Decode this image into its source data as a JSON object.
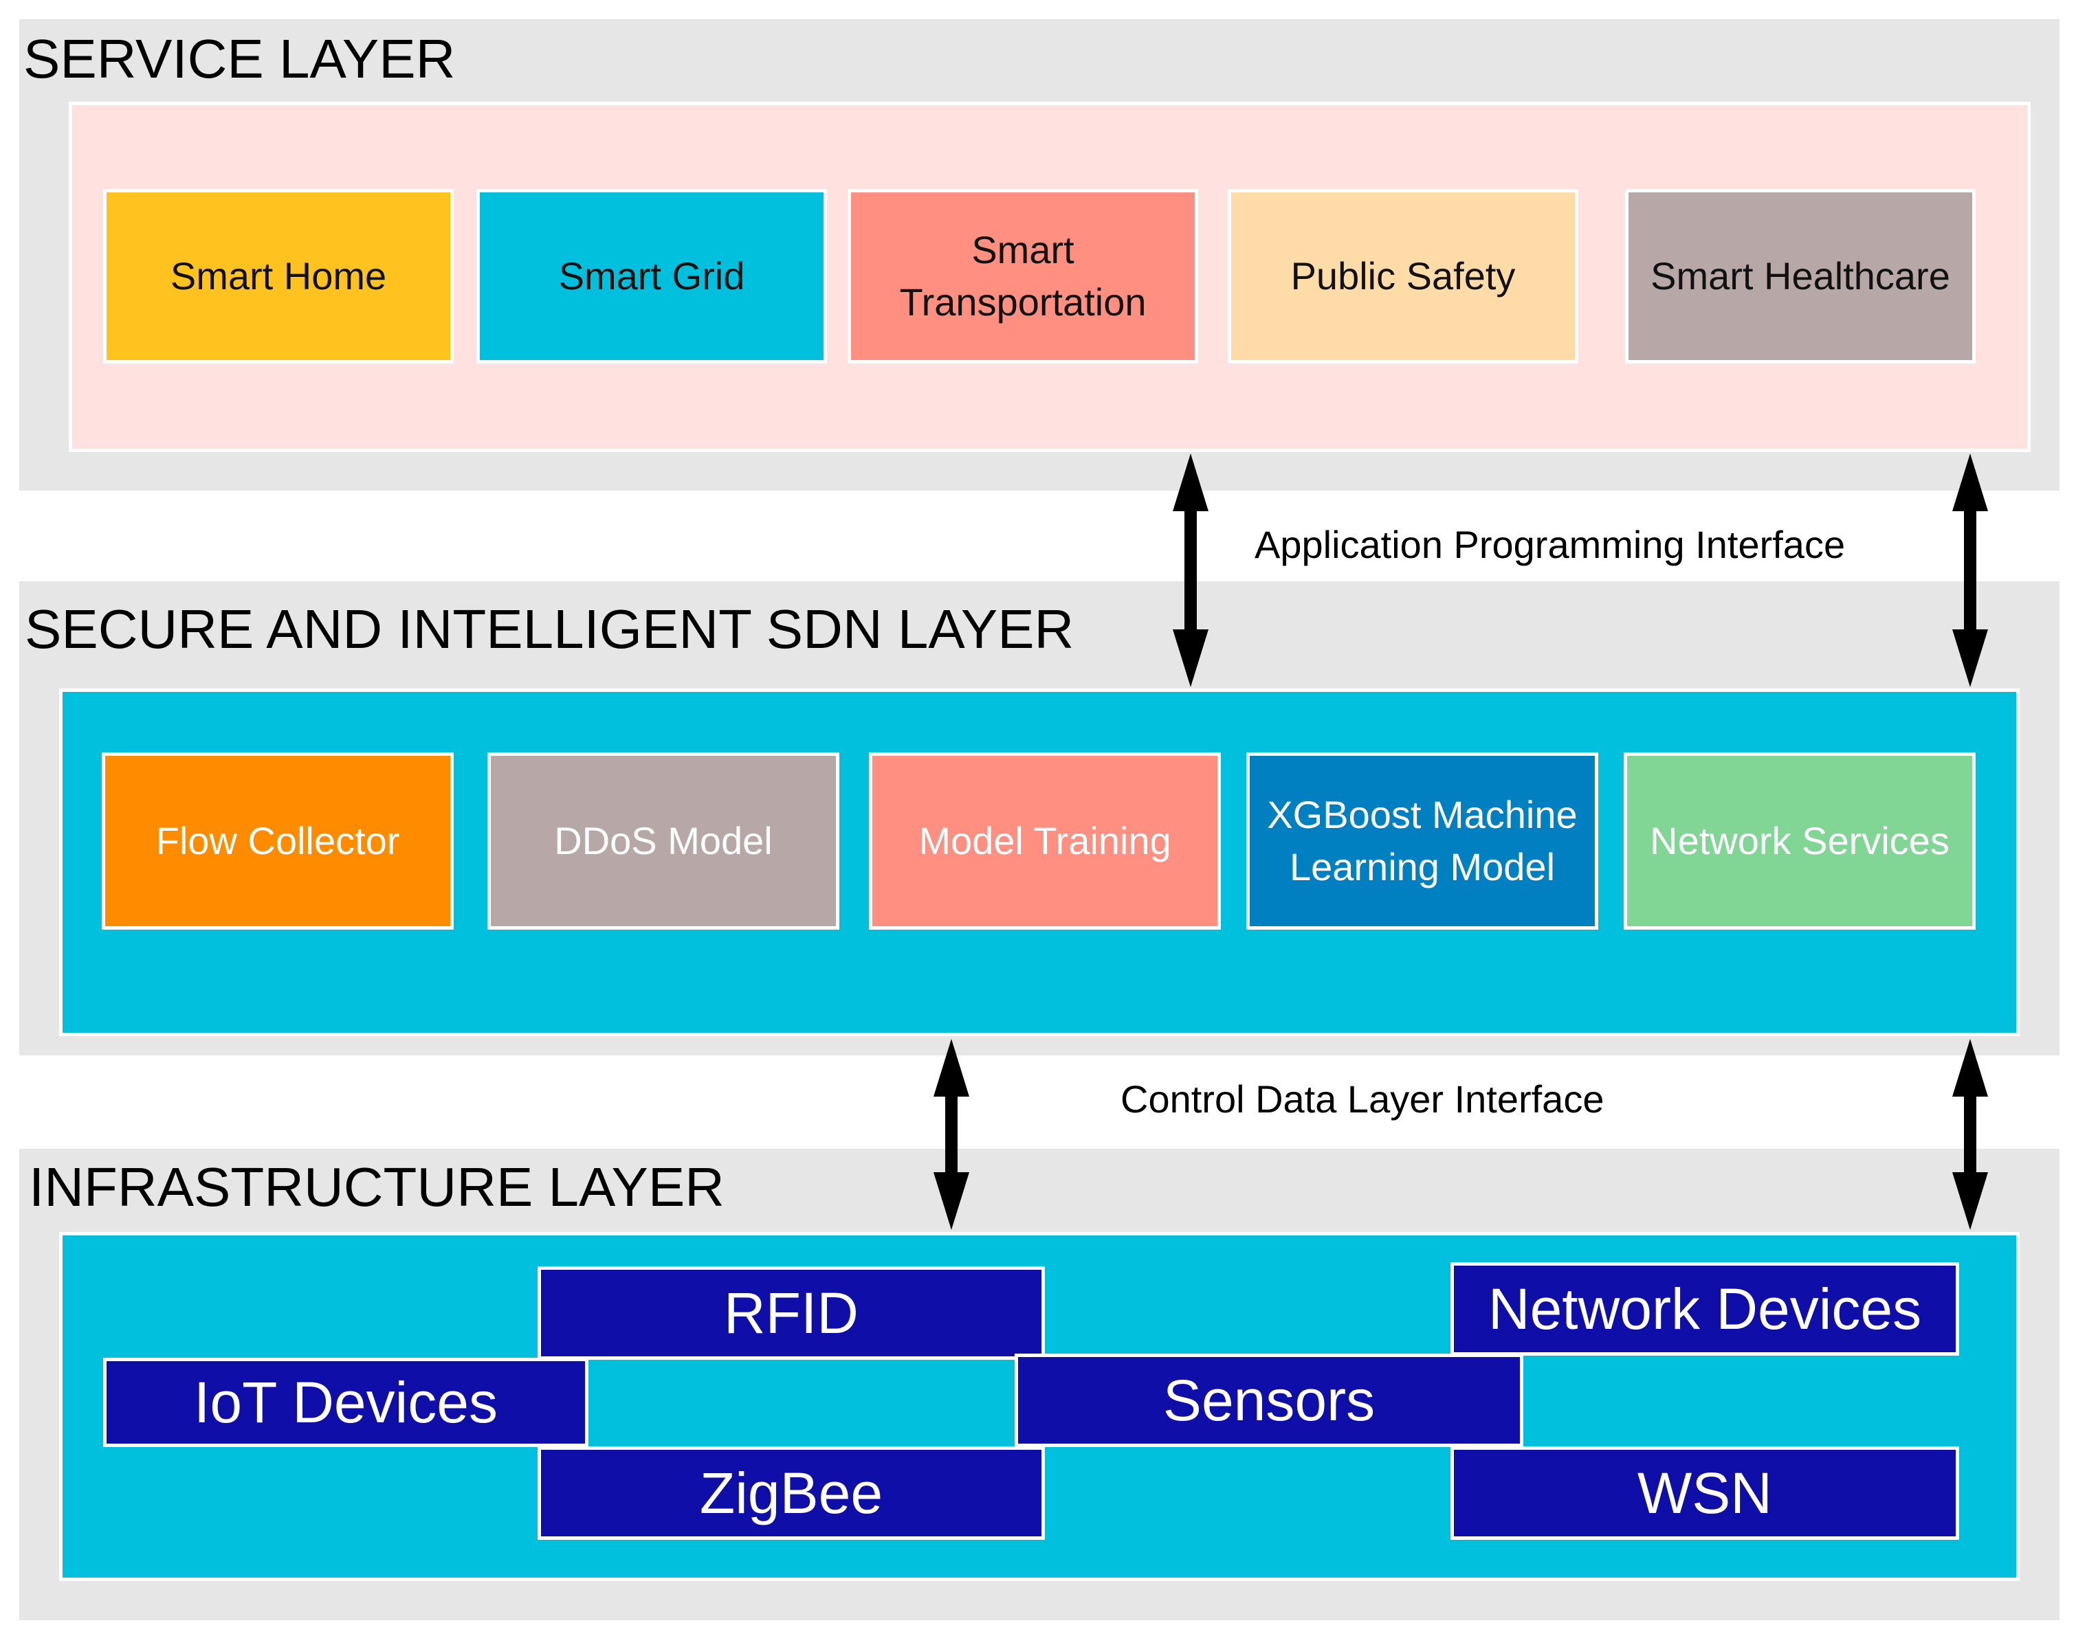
{
  "colors": {
    "band": "#e6e6e6",
    "service_panel": "#ffe2df",
    "sdn_panel": "#00c0dd",
    "infra_panel": "#00c0dd",
    "device_box": "#0f0ea8",
    "arrow": "#000000"
  },
  "service_layer": {
    "title": "SERVICE LAYER",
    "boxes": [
      {
        "label": "Smart Home",
        "color": "#ffc21f"
      },
      {
        "label": "Smart Grid",
        "color": "#00c0dd"
      },
      {
        "label": "Smart\nTransportation",
        "color": "#ff8f80"
      },
      {
        "label": "Public Safety",
        "color": "#ffdba8"
      },
      {
        "label": "Smart Healthcare",
        "color": "#b8a7a7"
      }
    ]
  },
  "api_interface": {
    "label": "Application Programming Interface"
  },
  "sdn_layer": {
    "title": "SECURE AND INTELLIGENT SDN LAYER",
    "boxes": [
      {
        "label": "Flow Collector",
        "color": "#ff8c00"
      },
      {
        "label": "DDoS Model",
        "color": "#b8a7a7"
      },
      {
        "label": "Model Training",
        "color": "#ff8f80"
      },
      {
        "label": "XGBoost Machine\nLearning Model",
        "color": "#0080c0"
      },
      {
        "label": "Network Services",
        "color": "#82d695"
      }
    ]
  },
  "control_interface": {
    "label": "Control Data Layer Interface"
  },
  "infrastructure_layer": {
    "title": "INFRASTRUCTURE LAYER",
    "devices": {
      "rfid": "RFID",
      "network_devices": "Network Devices",
      "iot_devices": "IoT Devices",
      "sensors": "Sensors",
      "zigbee": "ZigBee",
      "wsn": "WSN"
    }
  }
}
